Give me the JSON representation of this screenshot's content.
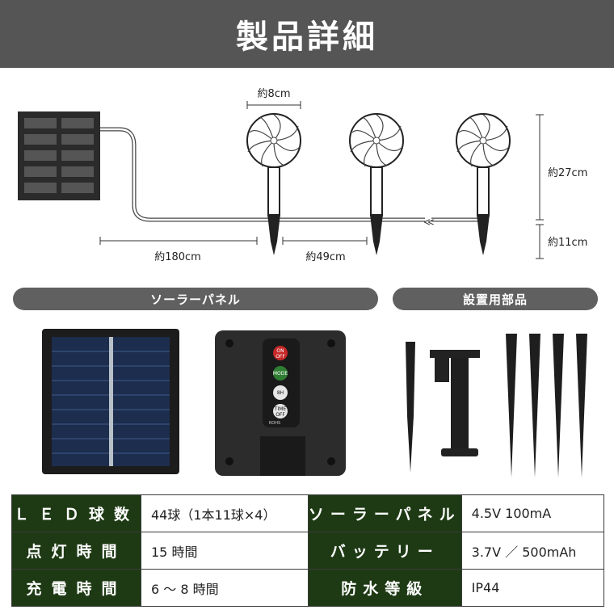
{
  "header": {
    "title": "製品詳細"
  },
  "diagram": {
    "dim_light_width": "約8cm",
    "dim_cable": "約180cm",
    "dim_spacing": "約49cm",
    "dim_light_height": "約27cm",
    "dim_stake": "約11cm"
  },
  "sections": {
    "panel": "ソーラーパネル",
    "parts": "設置用部品"
  },
  "controller": {
    "btn_on": "ON",
    "btn_off": "OFF",
    "btn_mode": "MODE",
    "btn_8h": "8H",
    "btn_time": "TIME",
    "btn_time_off": "OFF",
    "rohs": "ROHS"
  },
  "specs": [
    {
      "label": "ＬＥＤ球数",
      "value": "44球（1本11球×4）",
      "label2": "ソーラーパネル",
      "value2": "4.5V 100mA"
    },
    {
      "label": "点灯時間",
      "value": "15 時間",
      "label2": "バッテリー",
      "value2": "3.7V ／ 500mAh"
    },
    {
      "label": "充電時間",
      "value": "6 ～ 8 時間",
      "label2": "防水等級",
      "value2": "IP44"
    }
  ],
  "colors": {
    "header_bg": "#555555",
    "pill_bg": "#606060",
    "spec_label_bg": "#1e3a14"
  }
}
